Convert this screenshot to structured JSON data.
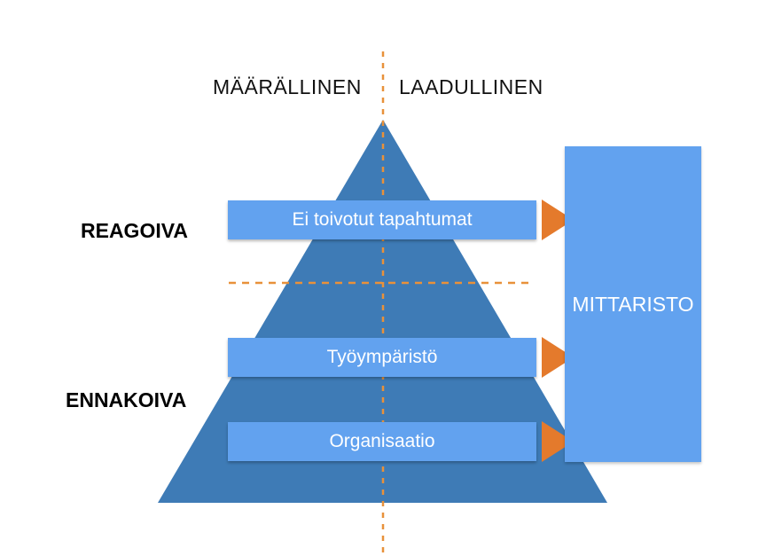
{
  "axis_labels": {
    "left": "MÄÄRÄLLINEN",
    "right": "LAADULLINEN"
  },
  "side_labels": {
    "top": "REAGOIVA",
    "bottom": "ENNAKOIVA"
  },
  "bands": [
    {
      "label": "Ei toivotut tapahtumat"
    },
    {
      "label": "Työympäristö"
    },
    {
      "label": "Organisaatio"
    }
  ],
  "metrics_box": {
    "label": "MITTARISTO"
  },
  "colors": {
    "pyramid": "#3e7bb6",
    "band": "#62a2ef",
    "arrow": "#e47a2c",
    "divider": "#e8913a"
  }
}
